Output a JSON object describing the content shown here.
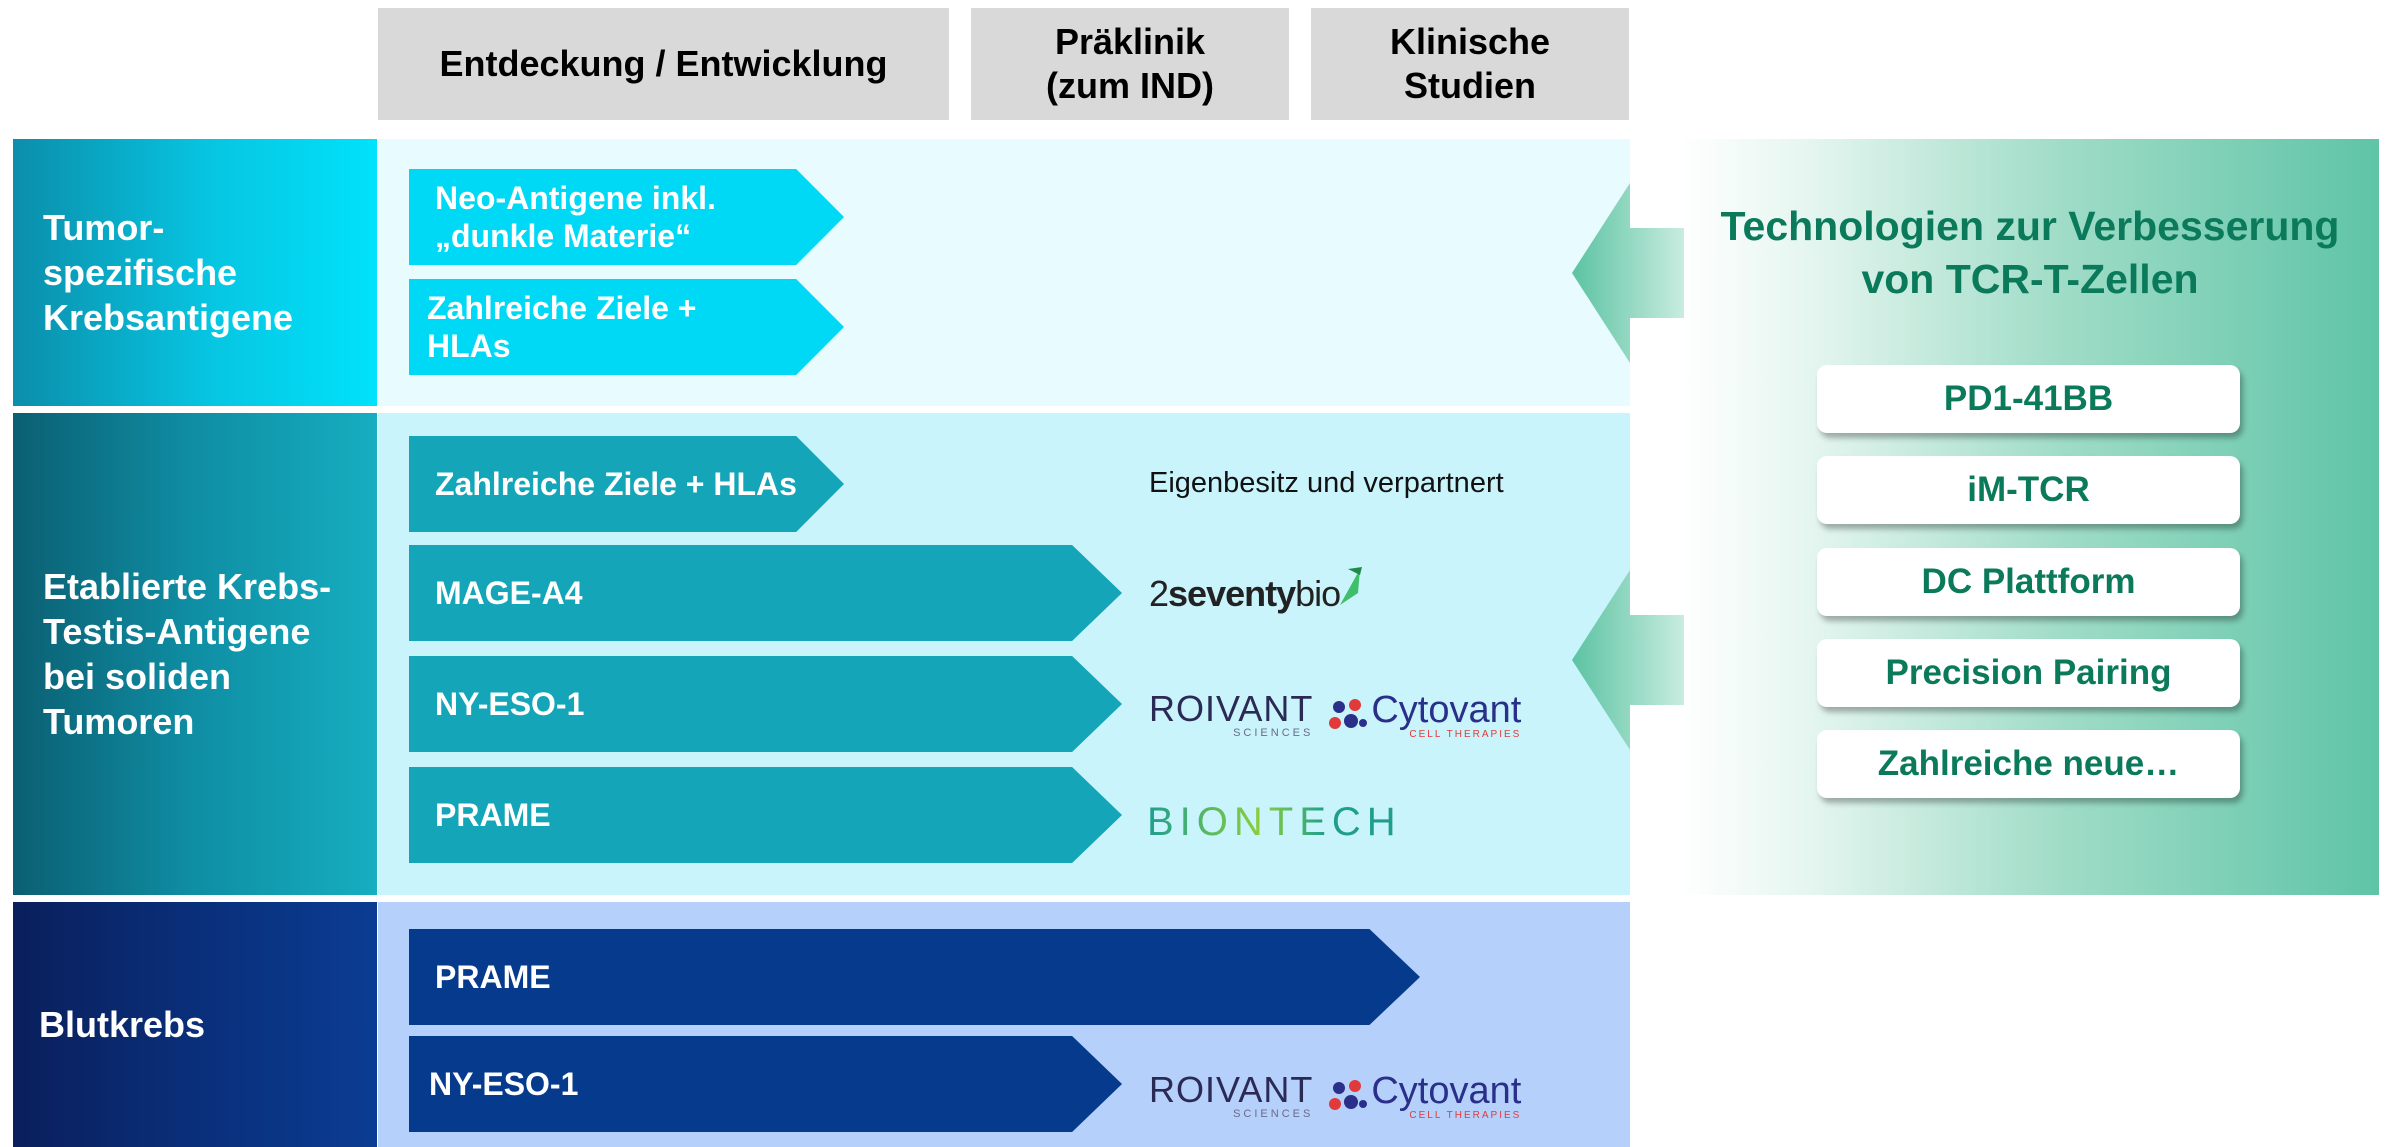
{
  "headers": {
    "discovery": "Entdeckung / Entwicklung",
    "preclinic_line1": "Präklinik",
    "preclinic_line2": "(zum IND)",
    "clinical_line1": "Klinische",
    "clinical_line2": "Studien"
  },
  "rows": {
    "tumor_specific": {
      "line1": "Tumor-",
      "line2": "spezifische",
      "line3": "Krebsantigene"
    },
    "established": {
      "line1": "Etablierte Krebs-",
      "line2": "Testis-Antigene",
      "line3": "bei soliden",
      "line4": "Tumoren"
    },
    "blood": {
      "label": "Blutkrebs"
    }
  },
  "programs": {
    "neo_line1": "Neo-Antigene inkl.",
    "neo_line2": "„dunkle Materie“",
    "multi_line1": "Zahlreiche Ziele +",
    "multi_line2": "HLAs",
    "multi_single": "Zahlreiche Ziele + HLAs",
    "mage": "MAGE-A4",
    "nyeso_solid": "NY-ESO-1",
    "prame_solid": "PRAME",
    "prame_blood": "PRAME",
    "nyeso_blood": "NY-ESO-1"
  },
  "partners": {
    "owned": "Eigenbesitz und verpartnert",
    "seventy_prefix": "2",
    "seventy_bold": "seventy",
    "seventy_suffix": "bio",
    "roivant": "ROIVANT",
    "roivant_sub": "SCIENCES",
    "cytovant": "Cytovant",
    "cytovant_sub": "CELL THERAPIES",
    "biontech": "BIONTECH"
  },
  "technologies": {
    "title_line1": "Technologien zur Verbesserung",
    "title_line2": "von TCR-T-Zellen",
    "items": [
      "PD1-41BB",
      "iM-TCR",
      "DC Plattform",
      "Precision Pairing",
      "Zahlreiche neue…"
    ]
  },
  "colors": {
    "header_gray": "#d9d9d9",
    "cyan_arrow": "#00d9f5",
    "teal_arrow": "#14a5b8",
    "navy_arrow": "#063a8c",
    "tech_green": "#0b7a5a"
  }
}
